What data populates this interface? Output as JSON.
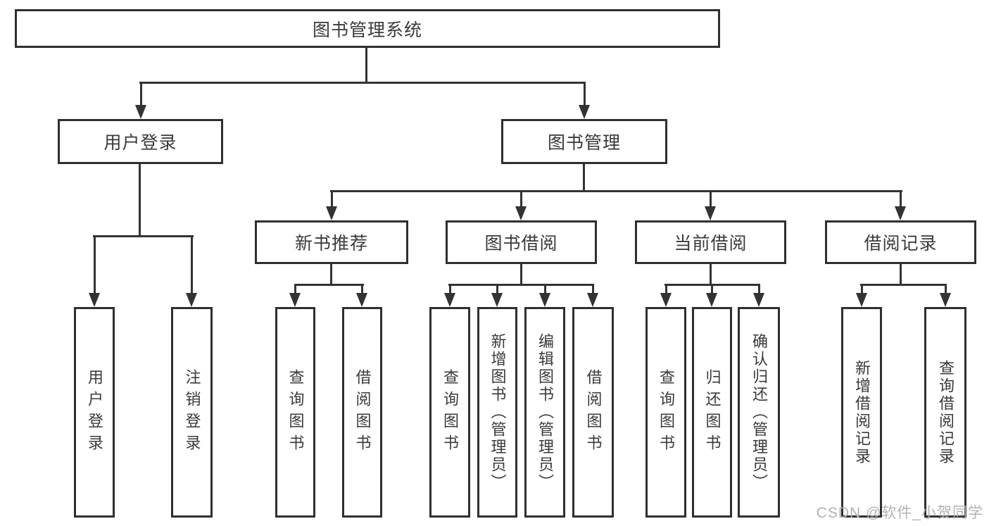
{
  "diagram": {
    "root": {
      "label": "图书管理系统"
    },
    "level2": [
      {
        "label": "用户登录"
      },
      {
        "label": "图书管理"
      }
    ],
    "level3": [
      {
        "label": "新书推荐"
      },
      {
        "label": "图书借阅"
      },
      {
        "label": "当前借阅"
      },
      {
        "label": "借阅记录"
      }
    ],
    "leaves": [
      {
        "label": "用户登录"
      },
      {
        "label": "注销登录"
      },
      {
        "label": "查询图书"
      },
      {
        "label": "借阅图书"
      },
      {
        "label": "查询图书"
      },
      {
        "label": "新增图书（管理员）"
      },
      {
        "label": "编辑图书（管理员）"
      },
      {
        "label": "借阅图书"
      },
      {
        "label": "查询图书"
      },
      {
        "label": "归还图书"
      },
      {
        "label": "确认归还（管理员）"
      },
      {
        "label": "新增借阅记录"
      },
      {
        "label": "查询借阅记录"
      }
    ]
  },
  "watermark": {
    "text": "CSDN @软件_小贺同学"
  },
  "colors": {
    "line": "#333333",
    "box_border": "#2f2f2f",
    "text": "#3a3a3a",
    "watermark": "#b2b2b2",
    "background": "#ffffff"
  }
}
